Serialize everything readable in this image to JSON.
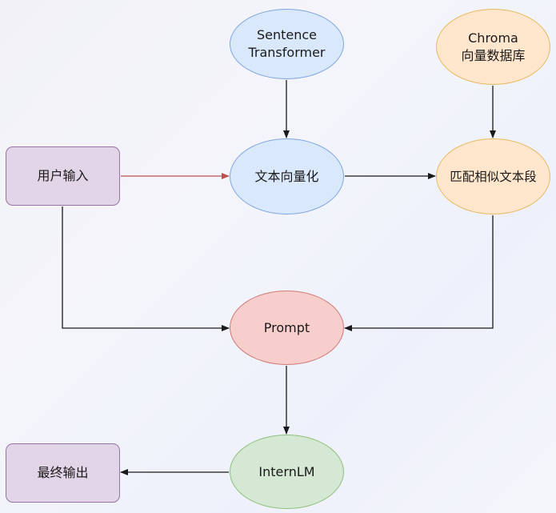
{
  "diagram": {
    "nodes": {
      "sentence_transformer": "Sentence\nTransformer",
      "chroma": "Chroma\n向量数据库",
      "user_input": "用户输入",
      "text_vectorize": "文本向量化",
      "match_text": "匹配相似文本段",
      "prompt": "Prompt",
      "internlm": "InternLM",
      "final_output": "最终输出"
    },
    "edges": [
      {
        "from": "sentence_transformer",
        "to": "text_vectorize"
      },
      {
        "from": "chroma",
        "to": "match_text"
      },
      {
        "from": "user_input",
        "to": "text_vectorize"
      },
      {
        "from": "text_vectorize",
        "to": "match_text"
      },
      {
        "from": "user_input",
        "to": "prompt"
      },
      {
        "from": "match_text",
        "to": "prompt"
      },
      {
        "from": "prompt",
        "to": "internlm"
      },
      {
        "from": "internlm",
        "to": "final_output"
      }
    ],
    "colors": {
      "blue_fill": "#dae8fc",
      "orange_fill": "#ffe6cc",
      "purple_fill": "#e1d5e7",
      "red_fill": "#f8cecc",
      "green_fill": "#d5e8d4",
      "edge": "#1a1a1a",
      "highlight_edge": "#b85450"
    }
  }
}
